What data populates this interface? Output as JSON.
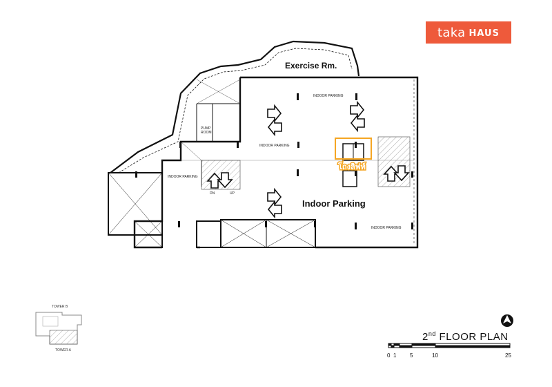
{
  "brand": {
    "word1": "taka",
    "word2": "HAUS",
    "color": "#ee5a3b"
  },
  "labels": {
    "exercise": "Exercise Rm.",
    "indoor_parking_main": "Indoor Parking",
    "indoor_parking_small": "INDOOR PARKING",
    "pump_room_l1": "PUMP",
    "pump_room_l2": "ROOM",
    "lift_hall": "โถงลิฟท์",
    "dn": "DN",
    "up": "UP"
  },
  "key_plan": {
    "tower_b": "TOWER B",
    "tower_a": "TOWER A"
  },
  "title": {
    "ordinal": "2",
    "suffix": "nd",
    "text": "FLOOR  PLAN"
  },
  "scale_bar": {
    "ticks": [
      "0",
      "1",
      "5",
      "10",
      "25"
    ]
  },
  "colors": {
    "highlight": "#f5a623",
    "ink": "#111111"
  },
  "icons": {
    "north": "north-arrow-icon",
    "arrow": "traffic-arrow-icon"
  }
}
